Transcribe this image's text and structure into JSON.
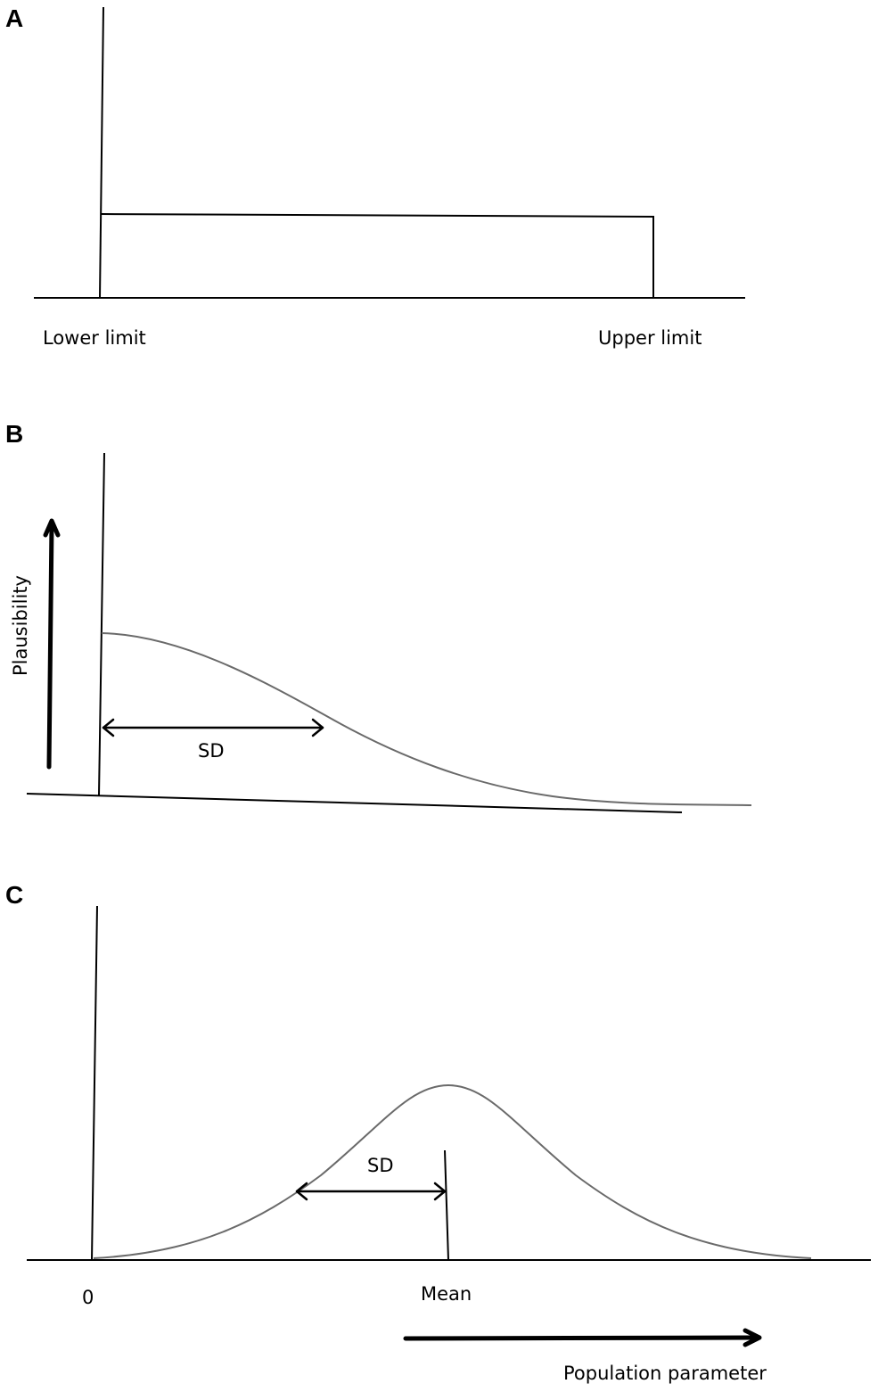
{
  "panels": {
    "a": {
      "letter": "A",
      "lower_label": "Lower limit",
      "upper_label": "Upper limit"
    },
    "b": {
      "letter": "B",
      "y_label": "Plausibility",
      "sd_label": "SD"
    },
    "c": {
      "letter": "C",
      "zero_label": "0",
      "mean_label": "Mean",
      "sd_label": "SD",
      "x_label": "Population parameter"
    }
  }
}
